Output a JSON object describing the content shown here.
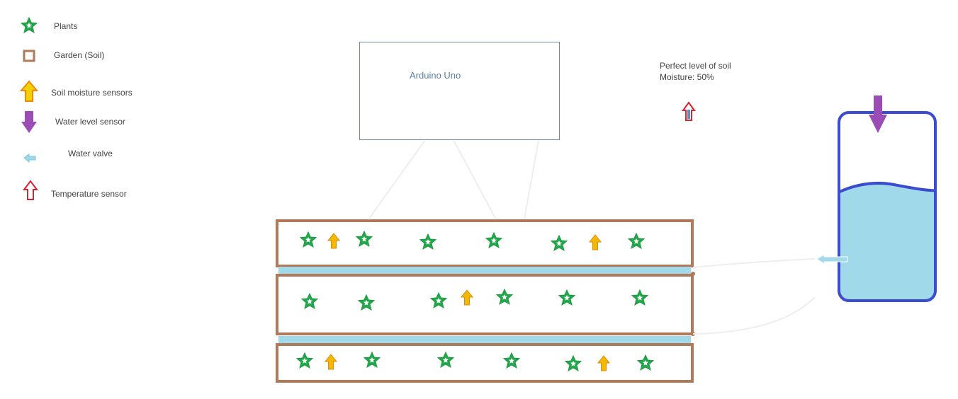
{
  "legend": {
    "items": [
      {
        "icon": "star-icon",
        "label": "Plants"
      },
      {
        "icon": "square-icon",
        "label": "Garden  (Soil)"
      },
      {
        "icon": "arrow-up-icon",
        "label": "Soil moisture sensors"
      },
      {
        "icon": "arrow-down-icon",
        "label": "Water level sensor"
      },
      {
        "icon": "arrow-left-icon",
        "label": "Water valve"
      },
      {
        "icon": "arrow-up-outline-icon",
        "label": "Temperature sensor"
      }
    ]
  },
  "controller": {
    "title": "Arduino Uno"
  },
  "note": {
    "line1": "Perfect level of soil",
    "line2": "Moisture: 50%"
  },
  "colors": {
    "plant": "#22a84a",
    "soil": "#b07a5a",
    "moisture_sensor": "#f5b800",
    "water_level_sensor": "#9b4db5",
    "water": "#9fd9ea",
    "temperature_sensor": "#e02030",
    "tank_outline": "#3a4ccf",
    "controller_outline": "#6b8bb0"
  },
  "tank": {
    "water_fill_fraction": 0.6
  }
}
